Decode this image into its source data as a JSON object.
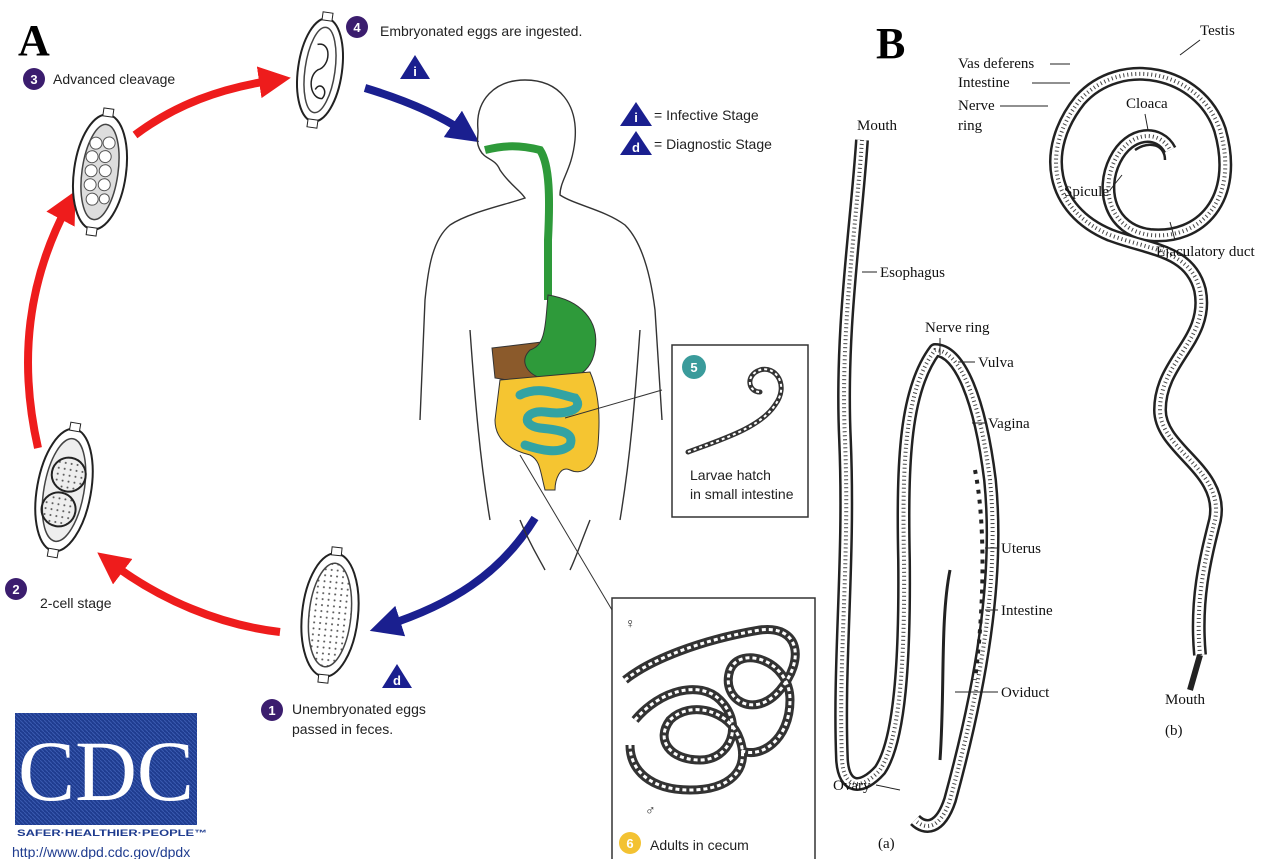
{
  "panels": {
    "a": "A",
    "b": "B"
  },
  "lifecycle": {
    "stage1": {
      "num": "1",
      "line1": "Unembryonated eggs",
      "line2": "passed in feces."
    },
    "stage2": {
      "num": "2",
      "label": "2-cell stage"
    },
    "stage3": {
      "num": "3",
      "label": "Advanced cleavage"
    },
    "stage4": {
      "num": "4",
      "label": "Embryonated eggs are ingested."
    },
    "stage5": {
      "num": "5",
      "line1": "Larvae hatch",
      "line2": "in small intestine"
    },
    "stage6": {
      "num": "6",
      "label": "Adults in cecum",
      "female": "♀",
      "male": "♂"
    }
  },
  "legend": {
    "infective_symbol": "i",
    "infective": "= Infective Stage",
    "diagnostic_symbol": "d",
    "diagnostic": "= Diagnostic Stage"
  },
  "logo": {
    "text": "CDC",
    "tagline": "SAFER·HEALTHIER·PEOPLE™",
    "url": "http://www.dpd.cdc.gov/dpdx"
  },
  "anatomy_female": {
    "mouth": "Mouth",
    "esophagus": "Esophagus",
    "nerve_ring": "Nerve ring",
    "vulva": "Vulva",
    "vagina": "Vagina",
    "uterus": "Uterus",
    "intestine": "Intestine",
    "oviduct": "Oviduct",
    "ovary": "Ovary",
    "caption": "(a)"
  },
  "anatomy_male": {
    "testis": "Testis",
    "vas_deferens": "Vas deferens",
    "intestine": "Intestine",
    "nerve_ring_1": "Nerve",
    "nerve_ring_2": "ring",
    "cloaca": "Cloaca",
    "spicule": "Spicule",
    "ejaculatory_duct": "Ejaculatory duct",
    "mouth": "Mouth",
    "caption": "(b)"
  },
  "colors": {
    "red_arrow": "#ee1c1c",
    "blue_arrow": "#1a1f8f",
    "badge_purple": "#3b1d6e",
    "badge_teal": "#3a9b9b",
    "badge_yellow": "#f3c232",
    "liver": "#8b5a2b",
    "stomach": "#2e9a3a",
    "small_intestine": "#33a3a3",
    "colon": "#f5c531",
    "cdc_blue": "#1f3c8f"
  }
}
